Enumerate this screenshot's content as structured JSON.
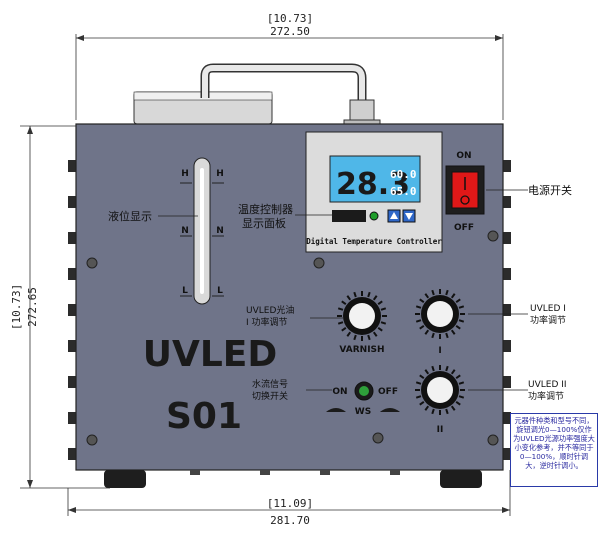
{
  "dimensions": {
    "top_inch": "[10.73]",
    "top_mm": "272.50",
    "left_inch": "[10.73]",
    "left_mm": "272.65",
    "bottom_inch": "[11.09]",
    "bottom_mm": "281.70"
  },
  "device": {
    "brand": "UVLED",
    "model": "S01",
    "display_panel_text": "Digital Temperature Controller",
    "display_main": "28.3",
    "display_set": "60.0",
    "display_sub": "65.0",
    "power_on": "ON",
    "power_off": "OFF",
    "level_marks": [
      "H",
      "H",
      "N",
      "N",
      "L",
      "L"
    ],
    "varnish_label": "VARNISH",
    "dial_1": "I",
    "dial_2": "II",
    "switch_on": "ON",
    "switch_off": "OFF",
    "ws_label": "WS"
  },
  "callouts": {
    "liquid_level": "液位显示",
    "temp_controller_1": "温度控制器",
    "temp_controller_2": "显示面板",
    "power_switch": "电源开关",
    "varnish_1": "UVLED光油",
    "varnish_2": "I 功率调节",
    "uvled_1_a": "UVLED I",
    "uvled_1_b": "功率调节",
    "water_1": "水流信号",
    "water_2": "切换开关",
    "uvled_2_a": "UVLED II",
    "uvled_2_b": "功率调节"
  },
  "note": "元器件种类和型号不同，旋钮调光0—100%仅作为UVLED光源功率强度大小变化参考，并不等同于0—100%，顺时针调大，逆时针调小。",
  "colors": {
    "body": "#6f7489",
    "display_bg": "#4fb7e8",
    "switch_red": "#e01818"
  }
}
